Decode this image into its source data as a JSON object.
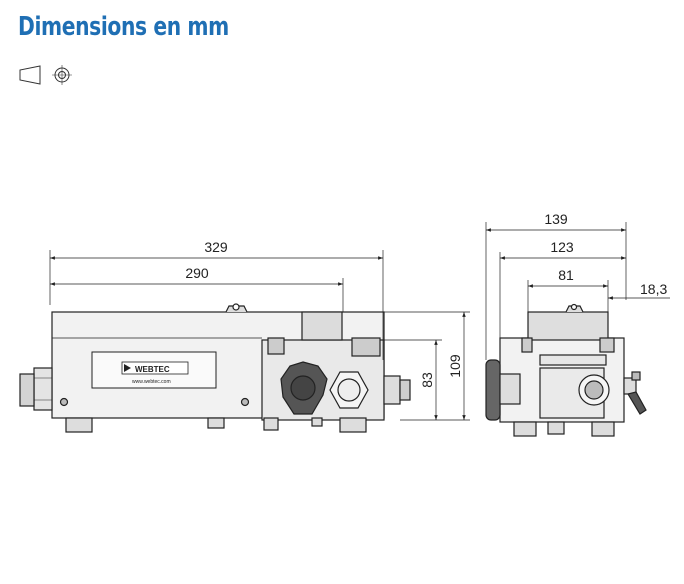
{
  "title": "Dimensions en mm",
  "projection_symbol": "first-angle-projection-icon",
  "brand_plate": {
    "brand": "WEBTEC",
    "url": "www.webtec.com"
  },
  "dimensions": {
    "side_overall_width": "329",
    "side_inner_width": "290",
    "side_body_height": "83",
    "side_overall_height": "109",
    "end_overall_width": "139",
    "end_mid_width": "123",
    "end_inner_width": "81",
    "end_offset": "18,3"
  },
  "colors": {
    "title": "#1f6fb4",
    "line": "#222222"
  }
}
